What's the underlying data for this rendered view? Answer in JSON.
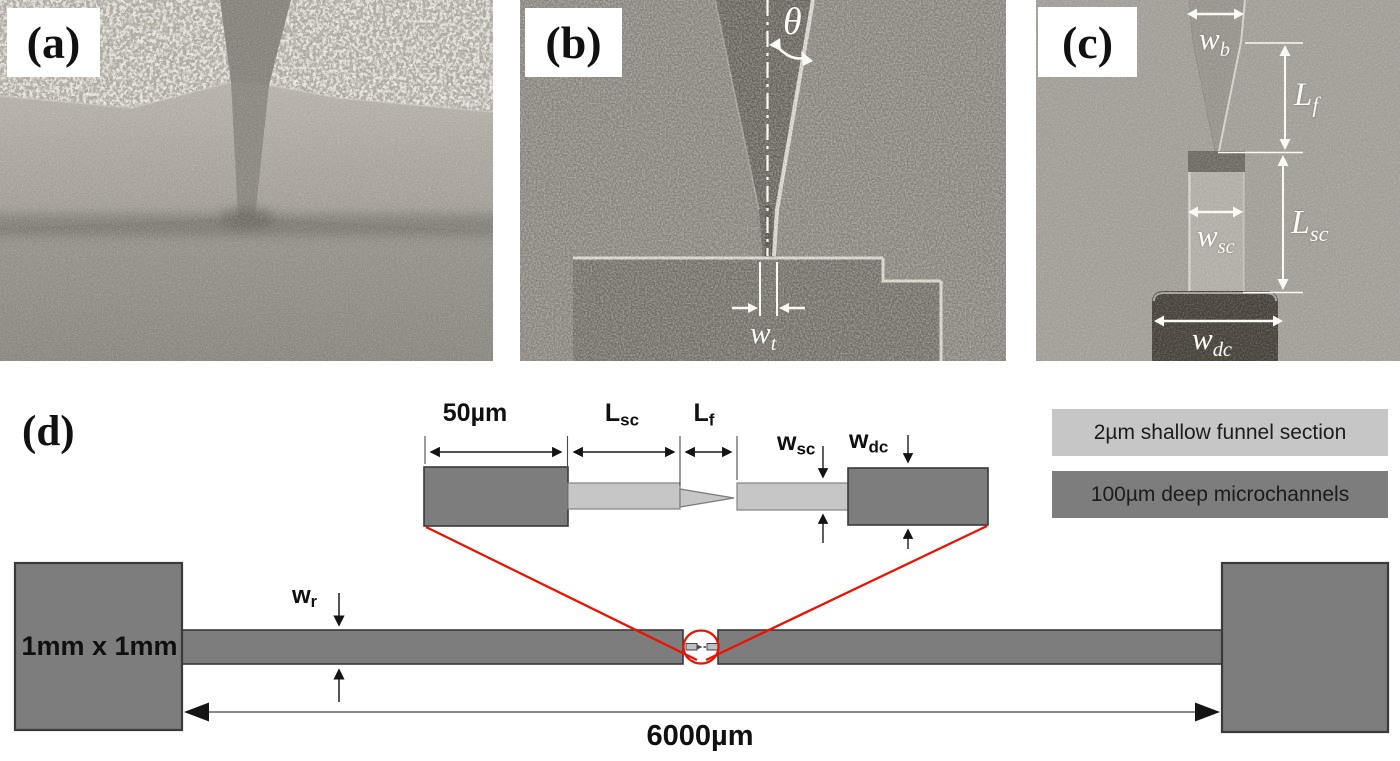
{
  "figure": {
    "panel_a": {
      "label": "(a)"
    },
    "panel_b": {
      "label": "(b)",
      "theta_label": "θ",
      "throat_width": {
        "base": "w",
        "sub": "t"
      }
    },
    "panel_c": {
      "label": "(c)",
      "funnel_base_width": {
        "base": "w",
        "sub": "b"
      },
      "funnel_length": {
        "base": "L",
        "sub": "f"
      },
      "shallow_channel_width": {
        "base": "w",
        "sub": "sc"
      },
      "shallow_channel_length": {
        "base": "L",
        "sub": "sc"
      },
      "deep_channel_width": {
        "base": "w",
        "sub": "dc"
      }
    },
    "panel_d": {
      "label": "(d)",
      "inset": {
        "reservoir_stub_length": "50µm",
        "shallow_channel_length": {
          "base": "L",
          "sub": "sc"
        },
        "funnel_length": {
          "base": "L",
          "sub": "f"
        },
        "shallow_channel_width": {
          "base": "w",
          "sub": "sc"
        },
        "deep_channel_width": {
          "base": "w",
          "sub": "dc"
        }
      },
      "legend": {
        "shallow": {
          "label": "2µm shallow funnel section",
          "color": "#c6c6c6"
        },
        "deep": {
          "label": "100µm deep microchannels",
          "color": "#7d7d7d"
        }
      },
      "reservoir_size": "1mm x 1mm",
      "ridge_width": {
        "base": "w",
        "sub": "r"
      },
      "total_length": "6000µm",
      "colors": {
        "shallow_gray": "#c6c6c6",
        "deep_gray": "#7d7d7d",
        "highlight_red": "#ee1100",
        "annotation_white": "#ffffff"
      }
    }
  }
}
